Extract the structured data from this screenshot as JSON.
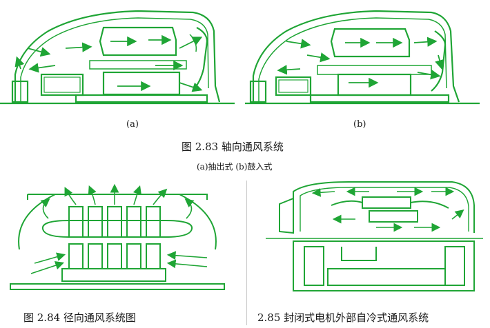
{
  "figure_283": {
    "sub_a": "(a)",
    "sub_b": "(b)",
    "caption": "图  2.83    轴向通风系统",
    "subcaption": "(a)抽出式  (b)鼓入式"
  },
  "figure_284": {
    "caption": "图  2.84    径向通风系统图"
  },
  "figure_285": {
    "caption": "2.85    封闭式电机外部自冷式通风系统"
  },
  "colors": {
    "line": "#1fa535",
    "background": "#ffffff",
    "text": "#1a1a1a"
  }
}
